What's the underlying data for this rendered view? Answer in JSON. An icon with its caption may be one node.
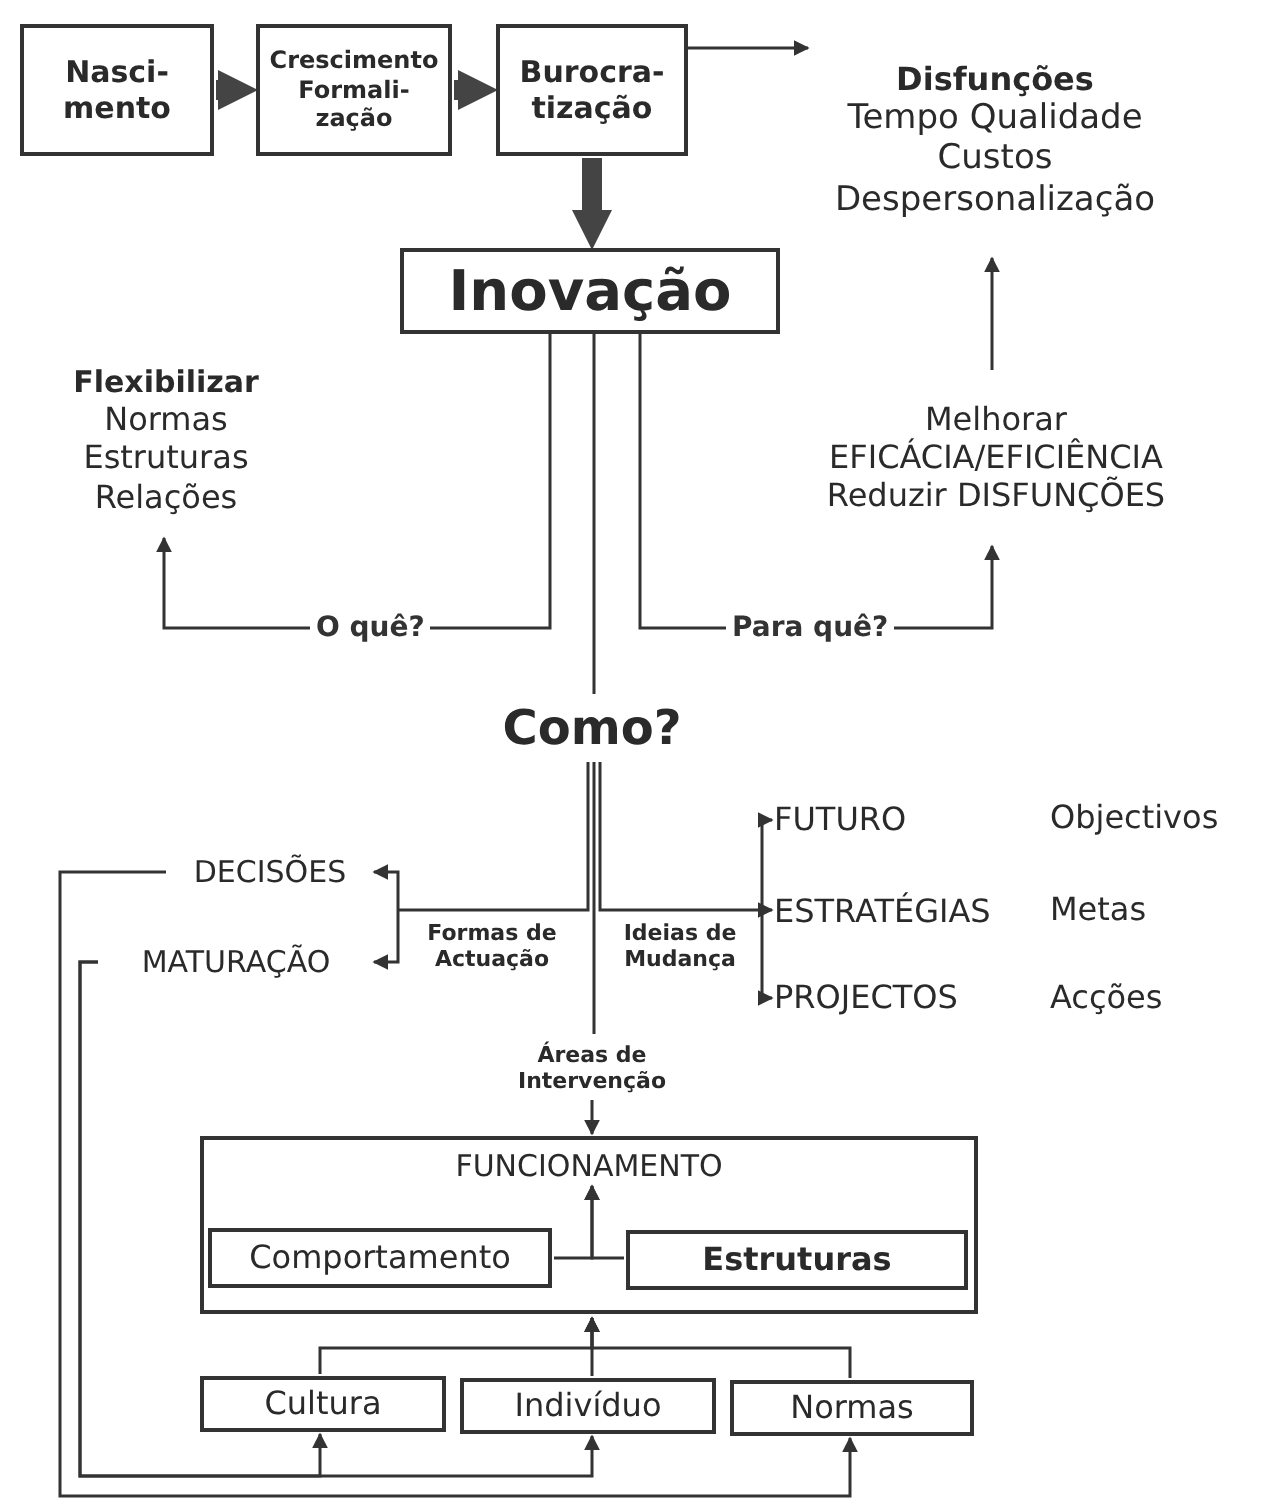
{
  "diagram": {
    "nodes": [
      {
        "text": [
          "Nasci-mento"
        ]
      },
      {
        "text": [
          "Crescimento Formali-zação"
        ]
      },
      {
        "text": [
          "Burocra-tização"
        ]
      },
      {
        "text": [
          "Disfunções",
          "Tempo Qualidade Custos Despersonalização"
        ]
      },
      {
        "text": [
          "Inovação"
        ]
      },
      {
        "text": [
          "Flexibilizar",
          "Normas Estruturas Relações"
        ]
      },
      {
        "text": [
          "Melhorar EFICÁCIA/EFICIÊNCIA",
          "Reduzir DISFUNÇÕES"
        ]
      },
      {
        "text": [
          "Como?"
        ]
      },
      {
        "text": [
          "Formas de Actuação"
        ]
      },
      {
        "text": [
          "Ideias de Mudança"
        ]
      },
      {
        "text": [
          "DECISÕES"
        ]
      },
      {
        "text": [
          "MATURAÇÃO"
        ]
      },
      {
        "text": [
          "FUTURO"
        ]
      },
      {
        "text": [
          "ESTRATÉGIAS"
        ]
      },
      {
        "text": [
          "PROJECTOS"
        ]
      },
      {
        "text": [
          "Áreas de Intervenção"
        ]
      },
      {
        "text": [
          "FUNCIONAMENTO"
        ]
      },
      {
        "text": [
          "Comportamento"
        ],
        "in": 16
      },
      {
        "text": [
          "Estruturas"
        ],
        "in": 16
      },
      {
        "text": [
          "Cultura"
        ]
      },
      {
        "text": [
          "Indivíduo"
        ]
      },
      {
        "text": [
          "Normas"
        ]
      }
    ],
    "edges": [
      {
        "from": 0,
        "to": 1,
        "arrow": "to",
        "style": "thick"
      },
      {
        "from": 1,
        "to": 2,
        "arrow": "to",
        "style": "thick"
      },
      {
        "from": 2,
        "to": 3,
        "arrow": "to"
      },
      {
        "from": 2,
        "to": 4,
        "arrow": "to",
        "style": "thick"
      },
      {
        "from": 4,
        "to": 5,
        "arrow": "to",
        "label": "O quê?"
      },
      {
        "from": 4,
        "to": 6,
        "arrow": "to",
        "label": "Para quê?"
      },
      {
        "from": 6,
        "to": 3,
        "arrow": "to"
      },
      {
        "from": 4,
        "to": 7,
        "arrow": "none"
      },
      {
        "from": 7,
        "to": 8,
        "arrow": "none"
      },
      {
        "from": 7,
        "to": 9,
        "arrow": "none"
      },
      {
        "from": 7,
        "to": 15,
        "arrow": "none"
      },
      {
        "from": 8,
        "to": 10,
        "arrow": "to"
      },
      {
        "from": 8,
        "to": 11,
        "arrow": "to"
      },
      {
        "from": 9,
        "to": 12,
        "arrow": "to"
      },
      {
        "from": 9,
        "to": 13,
        "arrow": "to"
      },
      {
        "from": 9,
        "to": 14,
        "arrow": "to"
      },
      {
        "from": 15,
        "to": 16,
        "arrow": "to"
      },
      {
        "from": 17,
        "to": 16,
        "arrow": "to"
      },
      {
        "from": 18,
        "to": 16,
        "arrow": "to"
      },
      {
        "from": 19,
        "to": 16,
        "arrow": "to"
      },
      {
        "from": 20,
        "to": 16,
        "arrow": "to"
      },
      {
        "from": 21,
        "to": 16,
        "arrow": "to"
      },
      {
        "from": 11,
        "to": 19,
        "arrow": "to"
      },
      {
        "from": 11,
        "to": 20,
        "arrow": "to"
      },
      {
        "from": 10,
        "to": 21,
        "arrow": "to"
      }
    ],
    "labels": [
      "Objectivos",
      "Metas",
      "Acções"
    ]
  }
}
